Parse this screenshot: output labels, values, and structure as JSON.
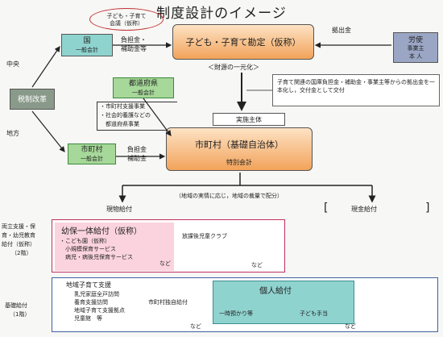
{
  "title": "制度設計のイメージ",
  "oval_note": [
    "子ども・子育て",
    "会議（仮称）"
  ],
  "regions": {
    "central": "中央",
    "local": "地方"
  },
  "national": {
    "name": "国",
    "account": "一般会計"
  },
  "kanjo": "子ども・子育て勘定（仮称）",
  "futankin_top": [
    "負担金・",
    "補助金等"
  ],
  "zaigen": "＜財源の一元化＞",
  "shushutsukin": "拠出金",
  "roushi": [
    "労使",
    "事業主",
    "本 人"
  ],
  "zeisei": "税制改革",
  "todofuken": {
    "name": "都道府県",
    "account": "一般会計"
  },
  "todofuken_list": [
    "・市町村支援事業",
    "・社会的養護などの",
    "　都道府県事業"
  ],
  "ikkanka_note": "子育て関連の国庫負担金・補助金・事業主等からの拠出金を一本化し，交付金として交付",
  "jisshi": "実施主体",
  "shichoson_main": {
    "name": "市町村（基礎自治体）",
    "account": "特別会計"
  },
  "shichoson_small": {
    "name": "市町村",
    "account": "一般会計"
  },
  "futankin_low": [
    "負担金",
    "補助金"
  ],
  "chiiki_note": "（地域の実情に応じ，地域の裁量で配分）",
  "genbutsu": "現物給付",
  "genkin": "現金給付",
  "ryoritsu_label": [
    "両立支援・保",
    "育・幼児教育",
    "給付（仮称）",
    "（2階）"
  ],
  "yoho": {
    "title": "幼保一体給付（仮称）",
    "items": [
      "・こども園（仮称）",
      "　小規模保育サービス",
      "　病児・病後児保育サービス"
    ],
    "nado1": "など",
    "houkago": "放課後児童クラブ",
    "nado2": "など"
  },
  "kiso_label": [
    "基礎給付",
    "（1階）"
  ],
  "chiiki_kosodate": {
    "title": "地域子育て支援",
    "items": [
      "乳児家庭全戸訪問",
      "養育支援訪問",
      "地域子育て支援拠点",
      "児童館　等"
    ]
  },
  "dokuji": "市町村独自給付",
  "nado3": "など",
  "kojin": {
    "title": "個人給付",
    "items": [
      "一時預かり等",
      "子ども手当"
    ],
    "nado": "など"
  },
  "colors": {
    "orange_box": "#f2a35a",
    "teal_box": "#8fd3cf",
    "green_box": "#a6d899",
    "pink_fill": "#fbd3de",
    "pink_frame": "#c03060",
    "blue_frame": "#4060a0"
  }
}
